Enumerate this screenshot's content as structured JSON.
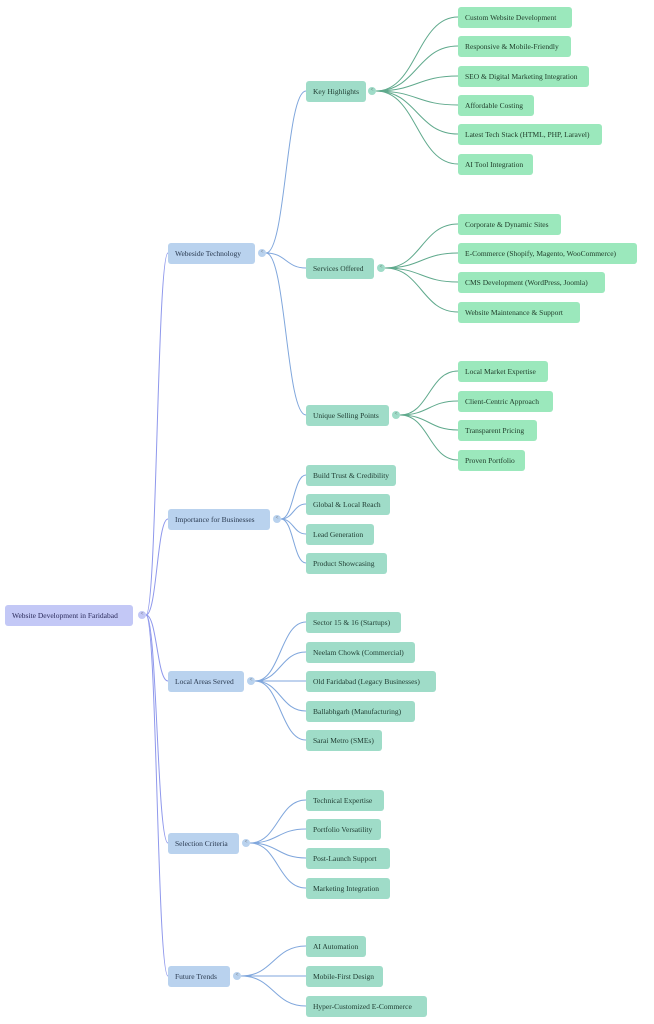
{
  "root": {
    "label": "Website Development in Faridabad",
    "toggle": "<",
    "children": [
      {
        "label": "Webeside Technology",
        "children": [
          {
            "label": "Key Highlights",
            "children": [
              {
                "label": "Custom Website Development"
              },
              {
                "label": "Responsive & Mobile-Friendly"
              },
              {
                "label": "SEO & Digital Marketing Integration"
              },
              {
                "label": "Affordable Costing"
              },
              {
                "label": "Latest Tech Stack (HTML, PHP, Laravel)"
              },
              {
                "label": "AI Tool Integration"
              }
            ]
          },
          {
            "label": "Services Offered",
            "children": [
              {
                "label": "Corporate & Dynamic Sites"
              },
              {
                "label": "E-Commerce (Shopify, Magento, WooCommerce)"
              },
              {
                "label": "CMS Development (WordPress, Joomla)"
              },
              {
                "label": "Website Maintenance & Support"
              }
            ]
          },
          {
            "label": "Unique Selling Points",
            "children": [
              {
                "label": "Local Market Expertise"
              },
              {
                "label": "Client-Centric Approach"
              },
              {
                "label": "Transparent Pricing"
              },
              {
                "label": "Proven Portfolio"
              }
            ]
          }
        ]
      },
      {
        "label": "Importance for Businesses",
        "children": [
          {
            "label": "Build Trust & Credibility"
          },
          {
            "label": "Global & Local Reach"
          },
          {
            "label": "Lead Generation"
          },
          {
            "label": "Product Showcasing"
          }
        ]
      },
      {
        "label": "Local Areas Served",
        "children": [
          {
            "label": "Sector 15 & 16 (Startups)"
          },
          {
            "label": "Neelam Chowk (Commercial)"
          },
          {
            "label": "Old Faridabad (Legacy Businesses)"
          },
          {
            "label": "Ballabhgarh (Manufacturing)"
          },
          {
            "label": "Sarai Metro (SMEs)"
          }
        ]
      },
      {
        "label": "Selection Criteria",
        "children": [
          {
            "label": "Technical Expertise"
          },
          {
            "label": "Portfolio Versatility"
          },
          {
            "label": "Post-Launch Support"
          },
          {
            "label": "Marketing Integration"
          }
        ]
      },
      {
        "label": "Future Trends",
        "children": [
          {
            "label": "AI Automation"
          },
          {
            "label": "Mobile-First Design"
          },
          {
            "label": "Hyper-Customized E-Commerce"
          }
        ]
      }
    ]
  },
  "colors": {
    "root_fill": "#c3c8f6",
    "level1_fill": "#b9d2ee",
    "level2_fill": "#9fdcc8",
    "level3_fill": "#9be8bc",
    "root_link": "#8f98ec",
    "level1_link": "#7fa6dc",
    "level2_link": "#5fa98c"
  }
}
